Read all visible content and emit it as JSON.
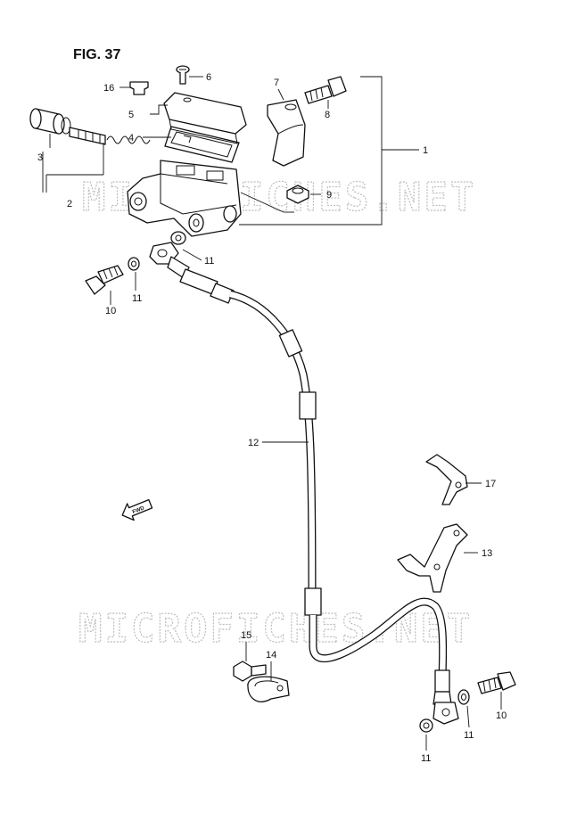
{
  "figure": {
    "title": "FIG. 37"
  },
  "watermark": {
    "text": "MICROFICHES.NET"
  },
  "fwd_label": "FWD",
  "callouts": {
    "c1": "1",
    "c2": "2",
    "c3": "3",
    "c4": "4",
    "c5": "5",
    "c6": "6",
    "c7": "7",
    "c8": "8",
    "c9": "9",
    "c10a": "10",
    "c10b": "10",
    "c11a": "11",
    "c11b": "11",
    "c11c": "11",
    "c11d": "11",
    "c12": "12",
    "c13": "13",
    "c14": "14",
    "c15": "15",
    "c16": "16",
    "c17": "17"
  }
}
